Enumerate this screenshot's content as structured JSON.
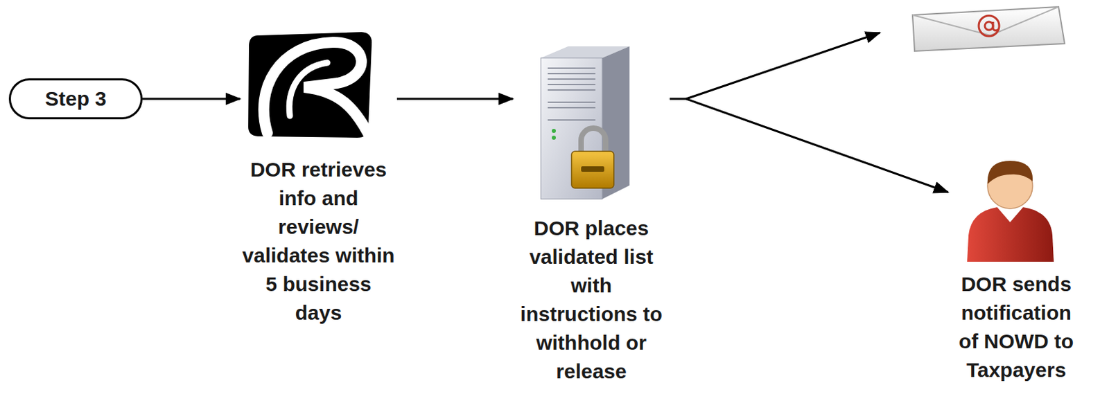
{
  "diagram": {
    "nodes": [
      {
        "text": [
          "Step 3"
        ]
      },
      {
        "text": [
          "DOR retrieves info and reviews/ validates within 5 business days"
        ]
      },
      {
        "text": [
          "DOR places validated list with instructions to withhold or release"
        ]
      },
      {
        "text": [
          "DOR sends notification of NOWD to Taxpayers"
        ]
      }
    ],
    "edges": [
      {
        "from": 0,
        "to": 1,
        "arrow": "to"
      },
      {
        "from": 1,
        "to": 2,
        "arrow": "to"
      },
      {
        "from": 2,
        "to": 3,
        "arrow": "to"
      }
    ]
  }
}
